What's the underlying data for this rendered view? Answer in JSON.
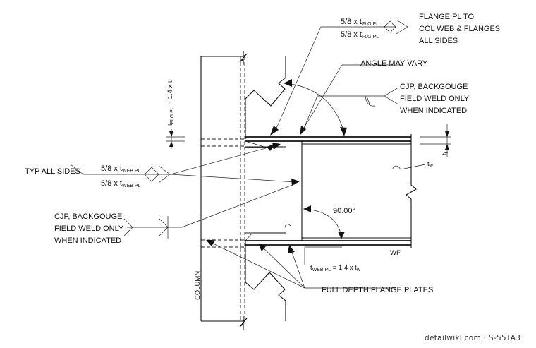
{
  "labels": {
    "flange_weld_size_top": "5/8 x t",
    "flange_weld_size_bottom": "5/8 x t",
    "flange_weld_sub": "FLG PL",
    "flange_note_line1": "FLANGE PL TO",
    "flange_note_line2": "COL WEB & FLANGES",
    "flange_note_line3": "ALL SIDES",
    "angle_note": "ANGLE MAY VARY",
    "cjp_top_line1": "CJP, BACKGOUGE",
    "cjp_top_line2": "FIELD WELD ONLY",
    "cjp_top_line3": "WHEN INDICATED",
    "tflg_prefix": "t",
    "tflg_sub": "FLG PL",
    "tflg_suffix": " = 1.4 x t",
    "tflg_sub2": "f",
    "typ_all_sides": "TYP ALL SIDES",
    "web_weld_size_top": "5/8 x t",
    "web_weld_size_bottom": "5/8 x t",
    "web_weld_sub": "WEB PL",
    "cjp_left_line1": "CJP, BACKGOUGE",
    "cjp_left_line2": "FIELD WELD ONLY",
    "cjp_left_line3": "WHEN INDICATED",
    "tw_prefix": "t",
    "tw_sub": "w",
    "tf_prefix": "t",
    "tf_sub": "f",
    "angle_value": "90.00°",
    "wf_label": "WF",
    "tweb_prefix": "t",
    "tweb_sub": "WEB PL",
    "tweb_suffix": " = 1.4 x t",
    "tweb_sub2": "w",
    "full_depth_note": "FULL DEPTH FLANGE PLATES",
    "column_label": "COLUMN",
    "credit": "detailwiki.com · S-55TA3"
  }
}
